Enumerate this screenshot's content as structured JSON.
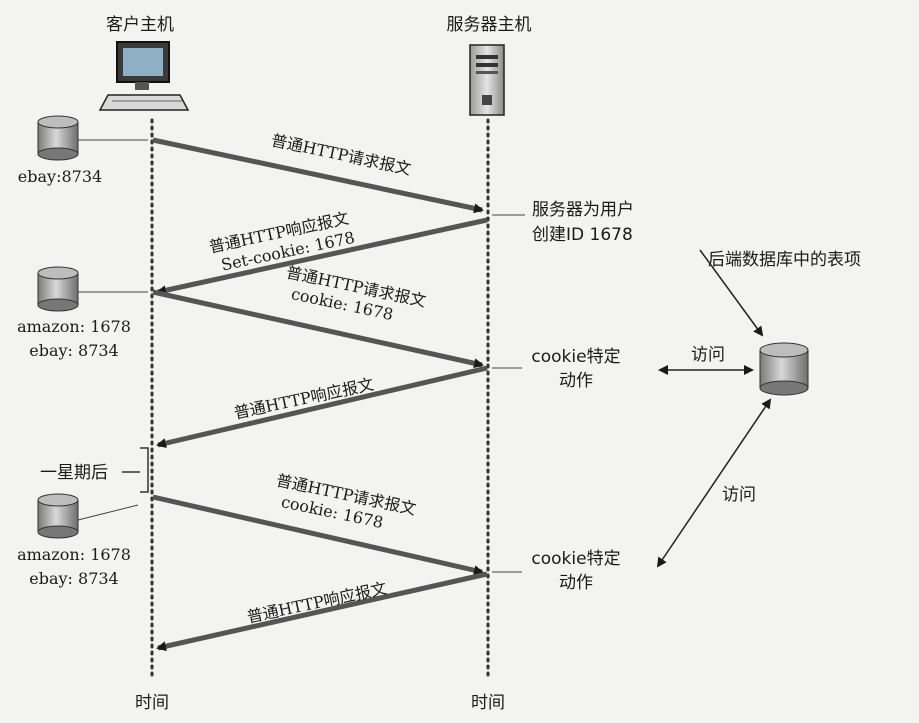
{
  "client": {
    "title": "客户主机",
    "time": "时间"
  },
  "server": {
    "title": "服务器主机",
    "time": "时间"
  },
  "cookie_files": [
    {
      "lines": [
        "ebay:8734"
      ]
    },
    {
      "lines": [
        "amazon: 1678",
        "ebay: 8734"
      ]
    },
    {
      "lines": [
        "amazon: 1678",
        "ebay: 8734"
      ]
    }
  ],
  "messages": [
    {
      "lines": [
        "普通HTTP请求报文"
      ]
    },
    {
      "lines": [
        "普通HTTP响应报文",
        "Set-cookie: 1678"
      ]
    },
    {
      "lines": [
        "普通HTTP请求报文",
        "cookie: 1678"
      ]
    },
    {
      "lines": [
        "普通HTTP响应报文"
      ]
    },
    {
      "lines": [
        "普通HTTP请求报文",
        "cookie: 1678"
      ]
    },
    {
      "lines": [
        "普通HTTP响应报文"
      ]
    }
  ],
  "server_notes": {
    "create_id": [
      "服务器为用户",
      "创建ID 1678"
    ],
    "action1": [
      "cookie特定",
      "动作"
    ],
    "action2": [
      "cookie特定",
      "动作"
    ]
  },
  "database": {
    "label": "后端数据库中的表项"
  },
  "access": [
    "访问",
    "访问"
  ],
  "week_later": "一星期后"
}
